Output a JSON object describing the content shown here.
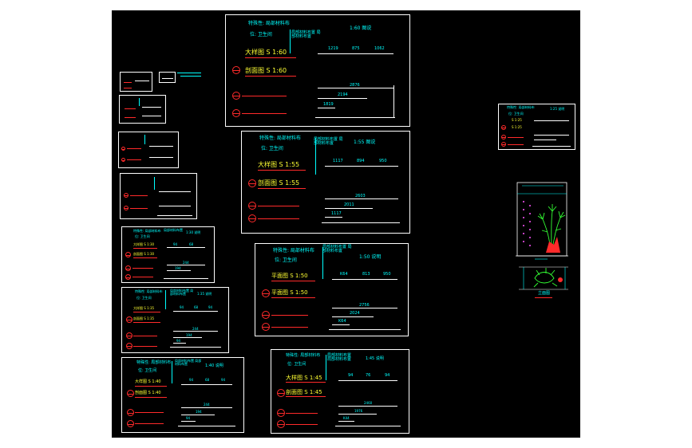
{
  "drawing": {
    "large_sheets": [
      {
        "id": "s60",
        "heading": "特殊性: 局部材料布",
        "room": "位: 卫生间",
        "scale_note": "1:60 图说",
        "legend_note": "局部材料布置 局部材料布置",
        "plan_label": "大样图 S 1:60",
        "section_label": "剖面图 S 1:60",
        "dims_top": [
          "1219",
          "875",
          "1062"
        ],
        "dims_mid": [
          "2876",
          "2194",
          "1819"
        ]
      },
      {
        "id": "s55",
        "heading": "特殊性: 局部材料布",
        "room": "位: 卫生间",
        "scale_note": "1:55 图说",
        "legend_note": "局部材料布置 局部材料布置",
        "plan_label": "大样图 S 1:55",
        "section_label": "剖面图 S 1:55",
        "dims_top": [
          "1117",
          "894",
          "950"
        ],
        "dims_mid": [
          "2603",
          "2011",
          "1117"
        ]
      },
      {
        "id": "s50",
        "heading": "特殊性: 局部材料布",
        "room": "位: 卫生间",
        "scale_note": "1:50 说明",
        "legend_note": "局部材料布置 局部材料布置",
        "plan_label": "平面图 S 1:50",
        "section_label": "平面图 S 1:50",
        "dims_top": [
          "K64",
          "813",
          "950"
        ],
        "dims_mid": [
          "2756",
          "2024",
          "K64"
        ]
      },
      {
        "id": "s45",
        "heading": "特殊性: 局部材料布",
        "room": "位: 卫生间",
        "scale_note": "1:45 说明",
        "legend_note": "局部材料布置 局部材料布置",
        "plan_label": "大样图 S 1:45",
        "section_label": "剖面图 S 1:45",
        "dims_top": [
          "94",
          "76",
          "94"
        ],
        "dims_mid": [
          "2460",
          "1976",
          "K44"
        ]
      },
      {
        "id": "s40",
        "heading": "特殊性: 局部材料布",
        "room": "位: 卫生间",
        "scale_note": "1:40 说明",
        "legend_note": "局部材料布置 局部材料布置",
        "plan_label": "大样图 S 1:40",
        "section_label": "剖面图 S 1:40",
        "dims_top": [
          "94",
          "68",
          "94"
        ],
        "dims_mid": [
          "244",
          "194",
          "94"
        ]
      },
      {
        "id": "s35",
        "heading": "特殊性: 局部材料布",
        "room": "位: 卫生间",
        "scale_note": "1:35 说明",
        "legend_note": "局部材料布置 局部材料布置",
        "plan_label": "大样图 S 1:35",
        "section_label": "剖面图 S 1:35",
        "dims_top": [
          "94",
          "68",
          "94"
        ],
        "dims_mid": [
          "244",
          "194",
          "94"
        ]
      },
      {
        "id": "s30",
        "heading": "特殊性: 局部材料布",
        "room": "位: 卫生间",
        "scale_note": "1:30 说明",
        "legend_note": "局部材料布置",
        "plan_label": "大样图 S 1:30",
        "section_label": "剖面图 S 1:30",
        "dims_top": [
          "94",
          "68"
        ],
        "dims_mid": [
          "244",
          "194"
        ]
      }
    ],
    "side_sheet": {
      "heading": "特殊性: 局部材料布",
      "room": "位: 卫生间",
      "scale_note": "1:25 说明",
      "plan_label": "S 1:25",
      "section_label": "S 1:25"
    },
    "elevation_label": "立面图",
    "colors": {
      "background": "#000000",
      "frame": "#ffffff",
      "text": "#00ffff",
      "accent": "#ffff33",
      "symbol": "#ff2a2a",
      "plant": "#33ff33"
    }
  }
}
